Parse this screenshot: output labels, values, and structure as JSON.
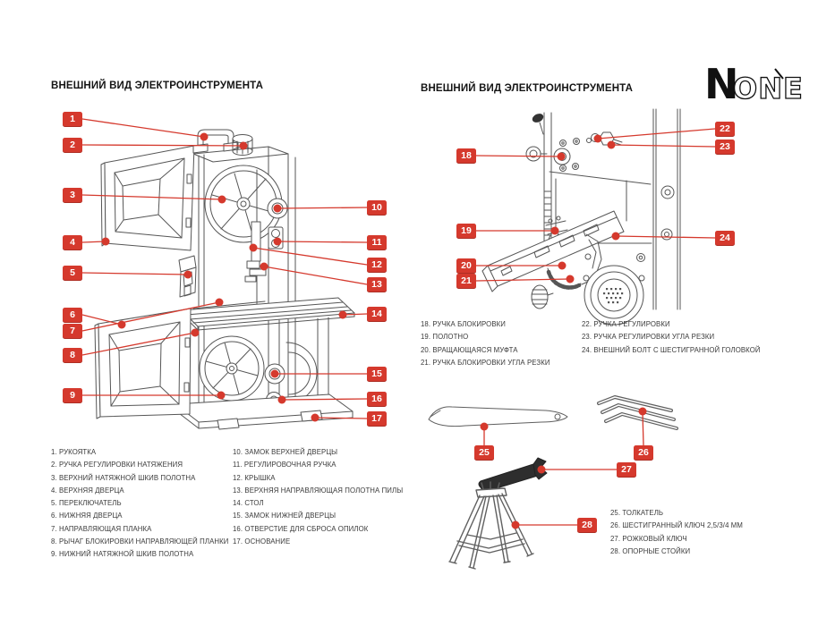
{
  "left_section": {
    "title": "ВНЕШНИЙ ВИД ЭЛЕКТРОИНСТРУМЕНТА"
  },
  "right_section": {
    "title": "ВНЕШНИЙ ВИД ЭЛЕКТРОИНСТРУМЕНТА"
  },
  "logo": {
    "n": "N",
    "one": "ONE"
  },
  "colors": {
    "accent": "#d5392d",
    "line": "#565656"
  },
  "callouts": [
    "1",
    "2",
    "3",
    "4",
    "5",
    "6",
    "7",
    "8",
    "9",
    "10",
    "11",
    "12",
    "13",
    "14",
    "15",
    "16",
    "17",
    "18",
    "19",
    "20",
    "21",
    "22",
    "23",
    "24",
    "25",
    "26",
    "27",
    "28"
  ],
  "legend_left_col1": [
    "1. РУКОЯТКА",
    "2. РУЧКА РЕГУЛИРОВКИ НАТЯЖЕНИЯ",
    "3. ВЕРХНИЙ НАТЯЖНОЙ ШКИВ ПОЛОТНА",
    "4. ВЕРХНЯЯ ДВЕРЦА",
    "5. ПЕРЕКЛЮЧАТЕЛЬ",
    "6. НИЖНЯЯ ДВЕРЦА",
    "7. НАПРАВЛЯЮЩАЯ ПЛАНКА",
    "8. РЫЧАГ БЛОКИРОВКИ НАПРАВЛЯЮЩЕЙ ПЛАНКИ",
    "9. НИЖНИЙ НАТЯЖНОЙ ШКИВ ПОЛОТНА"
  ],
  "legend_left_col2": [
    "10. ЗАМОК ВЕРХНЕЙ ДВЕРЦЫ",
    "11. РЕГУЛИРОВОЧНАЯ РУЧКА",
    "12. КРЫШКА",
    "13. ВЕРХНЯЯ НАПРАВЛЯЮЩАЯ ПОЛОТНА ПИЛЫ",
    "14. СТОЛ",
    "15. ЗАМОК НИЖНЕЙ ДВЕРЦЫ",
    "16. ОТВЕРСТИЕ ДЛЯ СБРОСА ОПИЛОК",
    "17. ОСНОВАНИЕ"
  ],
  "legend_right_col1": [
    "18. РУЧКА БЛОКИРОВКИ",
    "19. ПОЛОТНО",
    "20. ВРАЩАЮЩАЯСЯ МУФТА",
    "21. РУЧКА БЛОКИРОВКИ УГЛА РЕЗКИ"
  ],
  "legend_right_col2": [
    "22. РУЧКА РЕГУЛИРОВКИ",
    "23. РУЧКА РЕГУЛИРОВКИ УГЛА РЕЗКИ",
    "24. ВНЕШНИЙ БОЛТ С ШЕСТИГРАННОЙ ГОЛОВКОЙ"
  ],
  "legend_accessories": [
    "25. ТОЛКАТЕЛЬ",
    "26. ШЕСТИГРАННЫЙ КЛЮЧ 2,5/3/4 ММ",
    "27. РОЖКОВЫЙ КЛЮЧ",
    "28. ОПОРНЫЕ СТОЙКИ"
  ]
}
